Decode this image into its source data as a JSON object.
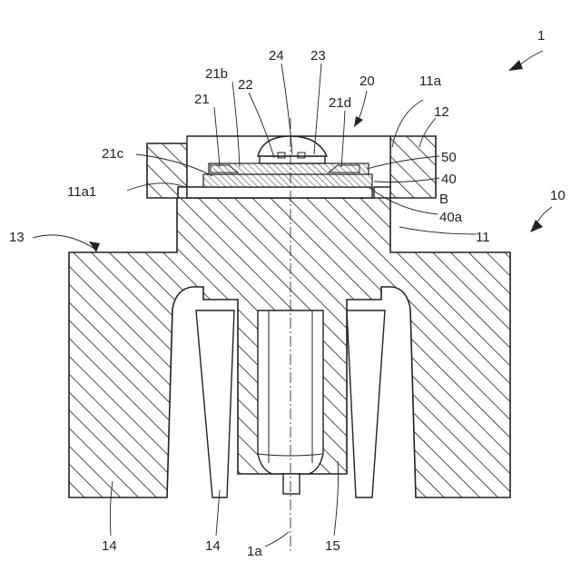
{
  "labels": {
    "ref_1": "1",
    "ref_10": "10",
    "ref_11": "11",
    "ref_11a": "11a",
    "ref_11a1": "11a1",
    "ref_12": "12",
    "ref_13": "13",
    "ref_14_left": "14",
    "ref_14_mid": "14",
    "ref_15": "15",
    "ref_20": "20",
    "ref_21": "21",
    "ref_21b": "21b",
    "ref_21c": "21c",
    "ref_21d": "21d",
    "ref_22": "22",
    "ref_23": "23",
    "ref_24": "24",
    "ref_40": "40",
    "ref_40a": "40a",
    "ref_50": "50",
    "ref_B": "B",
    "ref_1a": "1a"
  }
}
